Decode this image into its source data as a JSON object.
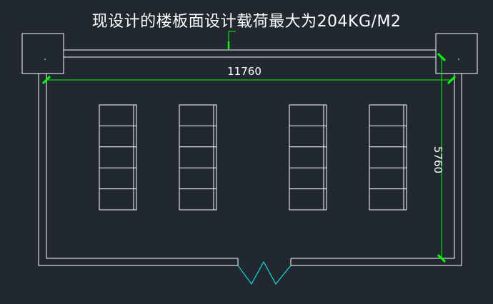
{
  "note": "现设计的楼板面设计载荷最大为204KG/M2",
  "dimensions": {
    "width_label": "11760",
    "height_label": "5760"
  },
  "colors": {
    "background": "#212830",
    "lines": "#ffffff",
    "dimension": "#00ff00",
    "door": "#00ffff"
  },
  "shelves": {
    "count": 4,
    "levels_each": 5
  }
}
